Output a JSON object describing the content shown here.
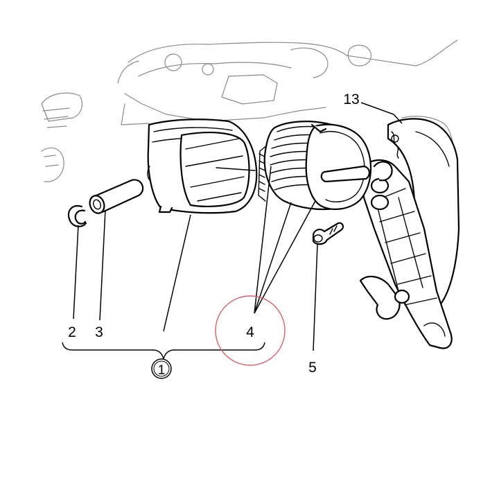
{
  "callouts": {
    "snap_ring": "2",
    "piston_pin": "3",
    "piston": "1",
    "piston_rings": "4",
    "screw": "5",
    "cover_plate": "13"
  },
  "colors": {
    "line": "#000000",
    "faint_line": "#8a8a8a",
    "highlight_circle": "#d4606a"
  }
}
